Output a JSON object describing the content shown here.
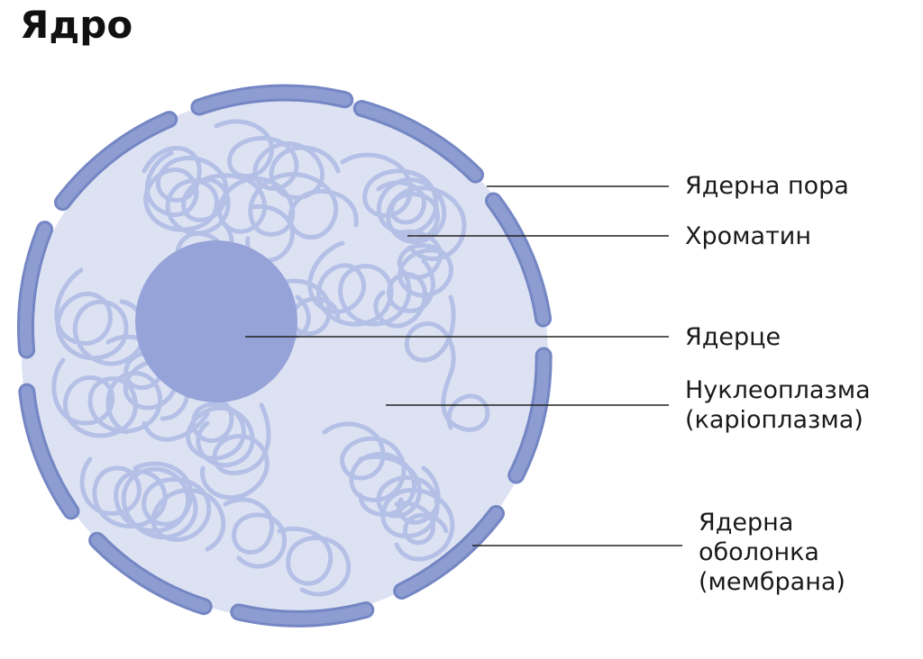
{
  "title": "Ядро",
  "labels": {
    "pore": "Ядерна пора",
    "chromatin": "Хроматин",
    "nucleolus": "Ядерце",
    "nucleoplasm": [
      "Нуклеоплазма",
      "(каріоплазма)"
    ],
    "envelope": [
      "Ядерна",
      "оболонка",
      "(мембрана)"
    ]
  },
  "colors": {
    "nucleoplasm": "#dde2f3",
    "membrane": "#8d9dd1",
    "membrane_stroke": "#7486c4",
    "chromatin": "#b4c0e6",
    "nucleolus": "#95a3d8",
    "leader_line": "#222222"
  }
}
